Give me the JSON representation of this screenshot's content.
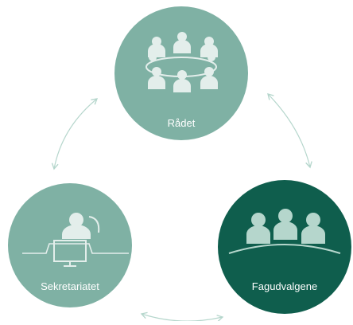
{
  "nodes": {
    "top": {
      "label": "Rådet",
      "color": "#7fb1a4"
    },
    "left": {
      "label": "Sekretariatet",
      "color": "#7fb1a4"
    },
    "right": {
      "label": "Fagudvalgene",
      "color": "#0f5e4d"
    }
  },
  "colors": {
    "arrow": "#b5d6cc",
    "figure": "#e3eeeb"
  }
}
